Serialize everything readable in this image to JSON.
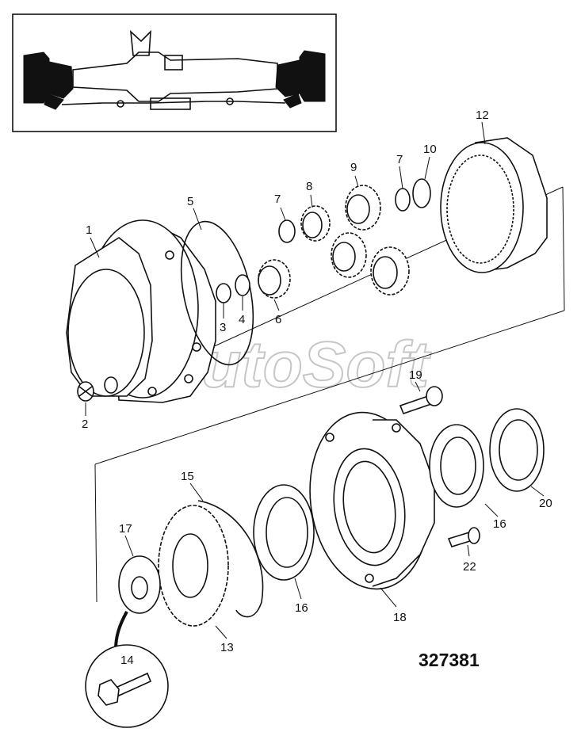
{
  "watermark": "AutoSoft",
  "drawing_number": "327381",
  "callouts": [
    {
      "id": "c1",
      "text": "1"
    },
    {
      "id": "c2",
      "text": "2"
    },
    {
      "id": "c3",
      "text": "3"
    },
    {
      "id": "c4",
      "text": "4"
    },
    {
      "id": "c5",
      "text": "5"
    },
    {
      "id": "c6",
      "text": "6"
    },
    {
      "id": "c7a",
      "text": "7"
    },
    {
      "id": "c7b",
      "text": "7"
    },
    {
      "id": "c8",
      "text": "8"
    },
    {
      "id": "c9",
      "text": "9"
    },
    {
      "id": "c10",
      "text": "10"
    },
    {
      "id": "c12",
      "text": "12"
    },
    {
      "id": "c13",
      "text": "13"
    },
    {
      "id": "c14",
      "text": "14"
    },
    {
      "id": "c15",
      "text": "15"
    },
    {
      "id": "c16a",
      "text": "16"
    },
    {
      "id": "c16b",
      "text": "16"
    },
    {
      "id": "c17",
      "text": "17"
    },
    {
      "id": "c18",
      "text": "18"
    },
    {
      "id": "c19",
      "text": "19"
    },
    {
      "id": "c20",
      "text": "20"
    },
    {
      "id": "c22",
      "text": "22"
    }
  ]
}
